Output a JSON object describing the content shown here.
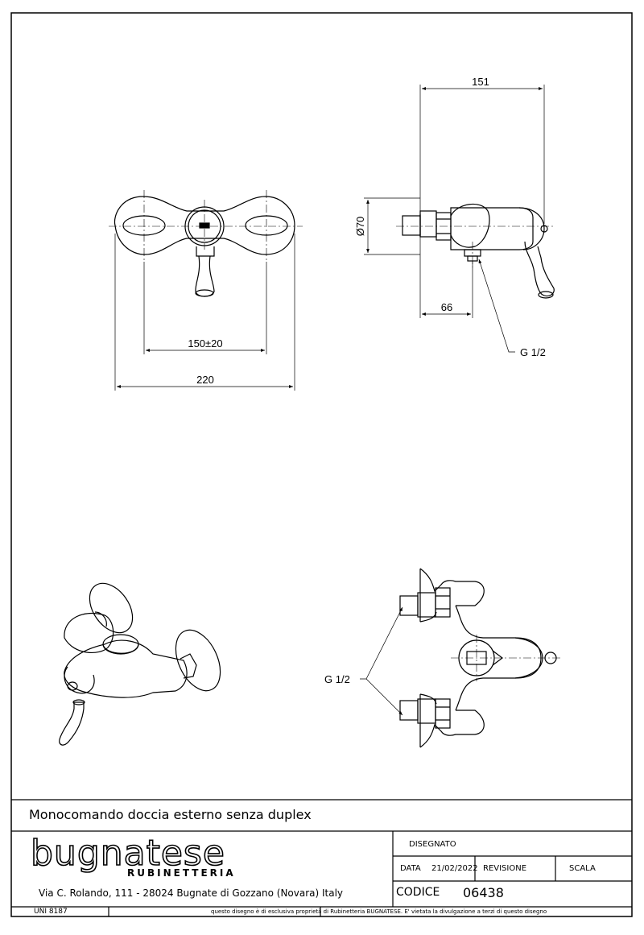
{
  "drawing": {
    "front_view": {
      "dim_overall": "220",
      "dim_centers": "150±20"
    },
    "side_view": {
      "dim_depth": "151",
      "dim_diameter": "Ø70",
      "dim_outlet": "66",
      "thread_label": "G 1/2"
    },
    "top_view": {
      "thread_label": "G 1/2"
    }
  },
  "title_block": {
    "title": "Monocomando doccia esterno senza duplex",
    "brand": "bugnatese",
    "brand_sub": "RUBINETTERIA",
    "address": "Via C. Rolando, 111 - 28024 Bugnate di Gozzano (Novara) Italy",
    "disegnato_label": "DISEGNATO",
    "data_label": "DATA",
    "data_value": "21/02/2022",
    "revisione_label": "REVISIONE",
    "scala_label": "SCALA",
    "codice_label": "CODICE",
    "codice_value": "06438",
    "uni": "UNI 8187",
    "disclaimer": "questo disegno è di esclusiva proprietà di Rubinetteria BUGNATESE. E' vietata la divulgazione a terzi di questo disegno"
  }
}
